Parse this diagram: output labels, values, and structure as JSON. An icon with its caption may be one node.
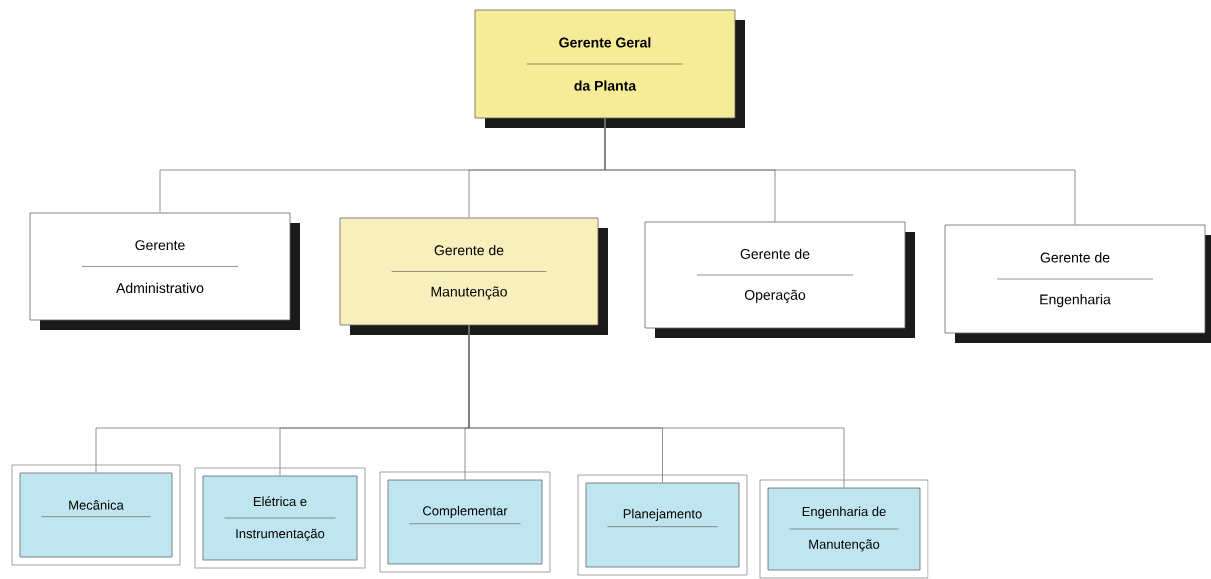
{
  "diagram": {
    "nodes": [
      {
        "text": [
          "Gerente Geral",
          "da Planta"
        ]
      },
      {
        "text": [
          "Gerente",
          "Administrativo"
        ]
      },
      {
        "text": [
          "Gerente de",
          "Manutenção"
        ]
      },
      {
        "text": [
          "Gerente de",
          "Operação"
        ]
      },
      {
        "text": [
          "Gerente de",
          "Engenharia"
        ]
      },
      {
        "text": [
          "Mecânica"
        ]
      },
      {
        "text": [
          "Elétrica e",
          "Instrumentação"
        ]
      },
      {
        "text": [
          "Complementar"
        ]
      },
      {
        "text": [
          "Planejamento"
        ]
      },
      {
        "text": [
          "Engenharia de",
          "Manutenção"
        ]
      }
    ],
    "edges": [
      {
        "from": 0,
        "to": 1,
        "arrow": "none"
      },
      {
        "from": 0,
        "to": 2,
        "arrow": "none"
      },
      {
        "from": 0,
        "to": 3,
        "arrow": "none"
      },
      {
        "from": 0,
        "to": 4,
        "arrow": "none"
      },
      {
        "from": 2,
        "to": 5,
        "arrow": "none"
      },
      {
        "from": 2,
        "to": 6,
        "arrow": "none"
      },
      {
        "from": 2,
        "to": 7,
        "arrow": "none"
      },
      {
        "from": 2,
        "to": 8,
        "arrow": "none"
      },
      {
        "from": 2,
        "to": 9,
        "arrow": "none"
      }
    ]
  }
}
